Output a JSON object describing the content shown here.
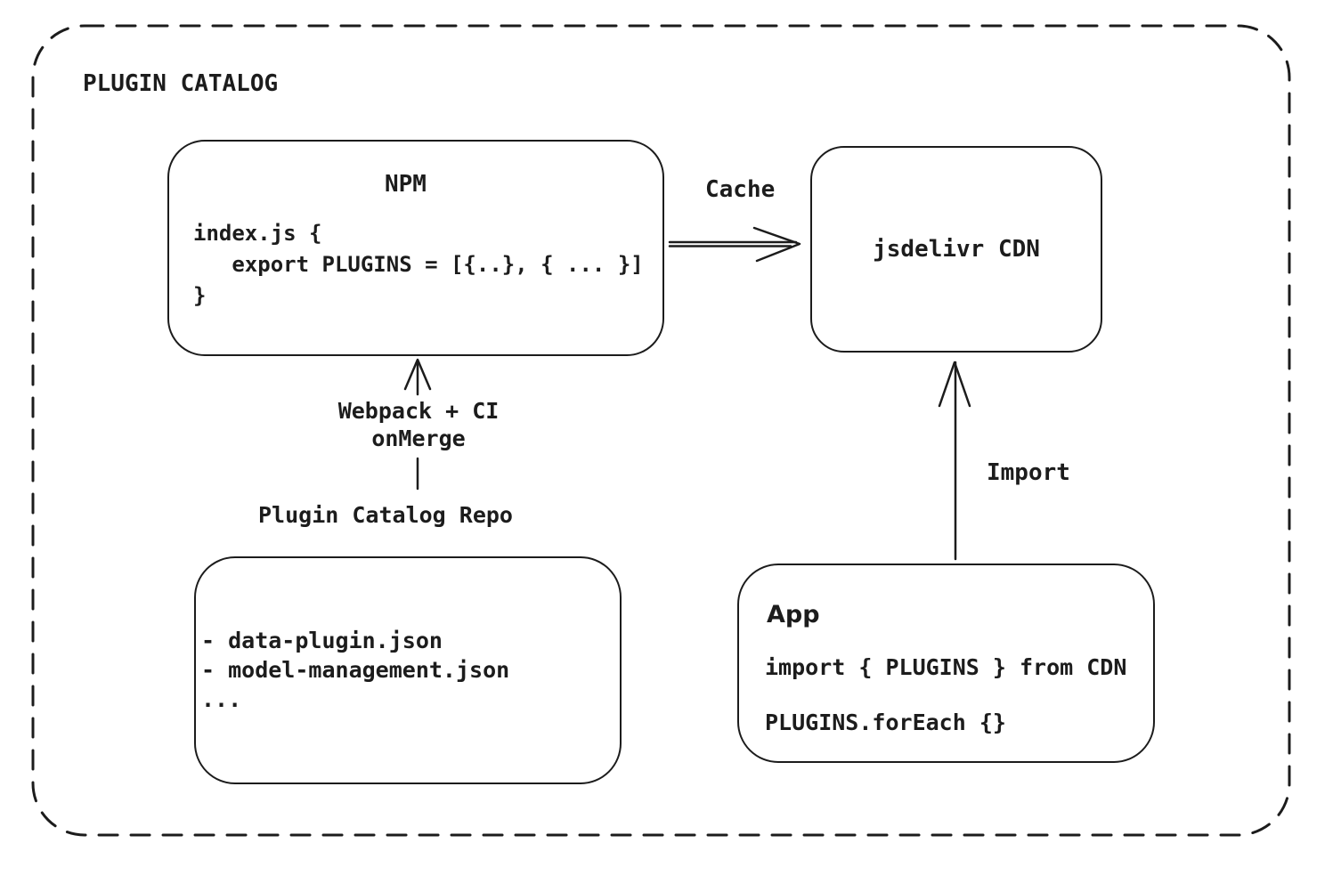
{
  "diagram": {
    "title": "PLUGIN CATALOG",
    "colors": {
      "stroke": "#1c1c1c",
      "background": "#ffffff"
    },
    "nodes": {
      "npm": {
        "title": "NPM",
        "code": "index.js {\n   export PLUGINS = [{..}, { ... }]\n}"
      },
      "cdn": {
        "label": "jsdelivr CDN"
      },
      "repo": {
        "title": "Plugin Catalog Repo",
        "files": [
          "- data-plugin.json",
          "- model-management.json",
          "..."
        ]
      },
      "app": {
        "title": "App",
        "code_lines": [
          "import { PLUGINS } from CDN",
          "PLUGINS.forEach {}"
        ]
      }
    },
    "edges": {
      "cache": {
        "label": "Cache",
        "from": "NPM",
        "to": "jsdelivr CDN"
      },
      "build": {
        "label_lines": [
          "Webpack + CI",
          "onMerge"
        ],
        "from": "Plugin Catalog Repo",
        "to": "NPM"
      },
      "import": {
        "label": "Import",
        "from": "App",
        "to": "jsdelivr CDN"
      }
    }
  }
}
